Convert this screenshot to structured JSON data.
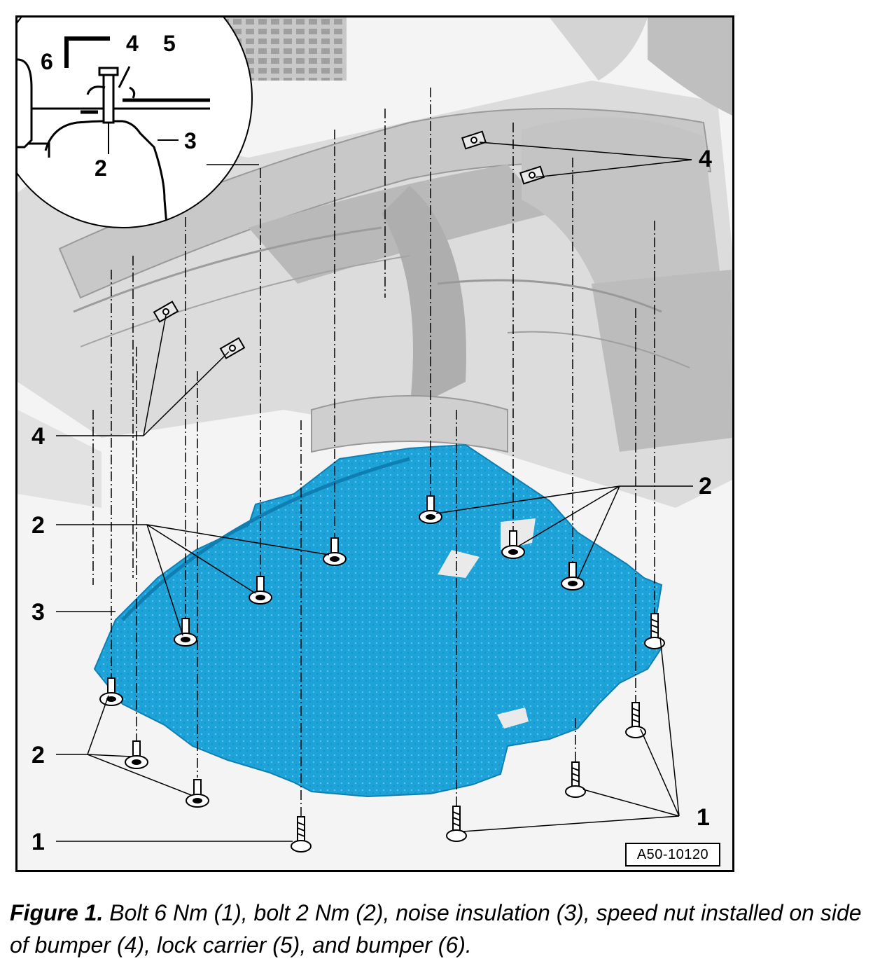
{
  "figure": {
    "reference_code": "A50-10120",
    "callouts": {
      "bolt_6nm": "1",
      "bolt_2nm": "2",
      "noise_insulation": "3",
      "speed_nut": "4",
      "lock_carrier": "5",
      "bumper": "6"
    },
    "colors": {
      "insulation": "#1ea3d9",
      "insulation_dark": "#0f7fb3",
      "background_parts": "#d6d6d6"
    }
  },
  "caption": {
    "label": "Figure 1.",
    "text": " Bolt 6 Nm (1), bolt 2 Nm (2), noise insulation (3), speed nut installed on side of bumper (4), lock carrier (5), and bumper (6)."
  }
}
